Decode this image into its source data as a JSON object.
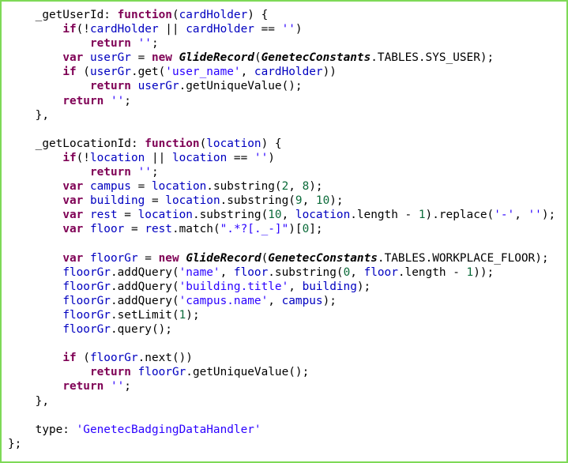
{
  "editor": {
    "lines": [
      [
        [
          "_getUserId: ",
          "plain"
        ],
        [
          "function",
          "kw"
        ],
        [
          "(",
          "plain"
        ],
        [
          "cardHolder",
          "var"
        ],
        [
          ") {",
          "plain"
        ]
      ],
      [
        [
          "        ",
          "plain"
        ],
        [
          "if",
          "kw"
        ],
        [
          "(!",
          "plain"
        ],
        [
          "cardHolder",
          "var"
        ],
        [
          " || ",
          "plain"
        ],
        [
          "cardHolder",
          "var"
        ],
        [
          " == ",
          "plain"
        ],
        [
          "''",
          "str"
        ],
        [
          ")",
          "plain"
        ]
      ],
      [
        [
          "            ",
          "plain"
        ],
        [
          "return",
          "kw"
        ],
        [
          " ",
          "plain"
        ],
        [
          "''",
          "str"
        ],
        [
          ";",
          "plain"
        ]
      ],
      [
        [
          "        ",
          "plain"
        ],
        [
          "var",
          "kw"
        ],
        [
          " ",
          "plain"
        ],
        [
          "userGr",
          "var"
        ],
        [
          " = ",
          "plain"
        ],
        [
          "new",
          "kw"
        ],
        [
          " ",
          "plain"
        ],
        [
          "GlideRecord",
          "cls"
        ],
        [
          "(",
          "plain"
        ],
        [
          "GenetecConstants",
          "cls2"
        ],
        [
          ".TABLES.SYS_USER);",
          "plain"
        ]
      ],
      [
        [
          "        ",
          "plain"
        ],
        [
          "if",
          "kw"
        ],
        [
          " (",
          "plain"
        ],
        [
          "userGr",
          "var"
        ],
        [
          ".get(",
          "plain"
        ],
        [
          "'user_name'",
          "str"
        ],
        [
          ", ",
          "plain"
        ],
        [
          "cardHolder",
          "var"
        ],
        [
          "))",
          "plain"
        ]
      ],
      [
        [
          "            ",
          "plain"
        ],
        [
          "return",
          "kw"
        ],
        [
          " ",
          "plain"
        ],
        [
          "userGr",
          "var"
        ],
        [
          ".getUniqueValue();",
          "plain"
        ]
      ],
      [
        [
          "        ",
          "plain"
        ],
        [
          "return",
          "kw"
        ],
        [
          " ",
          "plain"
        ],
        [
          "''",
          "str"
        ],
        [
          ";",
          "plain"
        ]
      ],
      [
        [
          "    },",
          "plain"
        ]
      ],
      [
        [
          "",
          "plain"
        ]
      ],
      [
        [
          "    _getLocationId: ",
          "plain"
        ],
        [
          "function",
          "kw"
        ],
        [
          "(",
          "plain"
        ],
        [
          "location",
          "var"
        ],
        [
          ") {",
          "plain"
        ]
      ],
      [
        [
          "        ",
          "plain"
        ],
        [
          "if",
          "kw"
        ],
        [
          "(!",
          "plain"
        ],
        [
          "location",
          "var"
        ],
        [
          " || ",
          "plain"
        ],
        [
          "location",
          "var"
        ],
        [
          " == ",
          "plain"
        ],
        [
          "''",
          "str"
        ],
        [
          ")",
          "plain"
        ]
      ],
      [
        [
          "            ",
          "plain"
        ],
        [
          "return",
          "kw"
        ],
        [
          " ",
          "plain"
        ],
        [
          "''",
          "str"
        ],
        [
          ";",
          "plain"
        ]
      ],
      [
        [
          "        ",
          "plain"
        ],
        [
          "var",
          "kw"
        ],
        [
          " ",
          "plain"
        ],
        [
          "campus",
          "var"
        ],
        [
          " = ",
          "plain"
        ],
        [
          "location",
          "var"
        ],
        [
          ".substring(",
          "plain"
        ],
        [
          "2",
          "num"
        ],
        [
          ", ",
          "plain"
        ],
        [
          "8",
          "num"
        ],
        [
          ");",
          "plain"
        ]
      ],
      [
        [
          "        ",
          "plain"
        ],
        [
          "var",
          "kw"
        ],
        [
          " ",
          "plain"
        ],
        [
          "building",
          "var"
        ],
        [
          " = ",
          "plain"
        ],
        [
          "location",
          "var"
        ],
        [
          ".substring(",
          "plain"
        ],
        [
          "9",
          "num"
        ],
        [
          ", ",
          "plain"
        ],
        [
          "10",
          "num"
        ],
        [
          ");",
          "plain"
        ]
      ],
      [
        [
          "        ",
          "plain"
        ],
        [
          "var",
          "kw"
        ],
        [
          " ",
          "plain"
        ],
        [
          "rest",
          "var"
        ],
        [
          " = ",
          "plain"
        ],
        [
          "location",
          "var"
        ],
        [
          ".substring(",
          "plain"
        ],
        [
          "10",
          "num"
        ],
        [
          ", ",
          "plain"
        ],
        [
          "location",
          "var"
        ],
        [
          ".length - ",
          "plain"
        ],
        [
          "1",
          "num"
        ],
        [
          ").replace(",
          "plain"
        ],
        [
          "'-'",
          "str"
        ],
        [
          ", ",
          "plain"
        ],
        [
          "''",
          "str"
        ],
        [
          ");",
          "plain"
        ]
      ],
      [
        [
          "        ",
          "plain"
        ],
        [
          "var",
          "kw"
        ],
        [
          " ",
          "plain"
        ],
        [
          "floor",
          "var"
        ],
        [
          " = ",
          "plain"
        ],
        [
          "rest",
          "var"
        ],
        [
          ".match(",
          "plain"
        ],
        [
          "\".*?[._-]\"",
          "str"
        ],
        [
          ")[",
          "plain"
        ],
        [
          "0",
          "num"
        ],
        [
          "];",
          "plain"
        ]
      ],
      [
        [
          "",
          "plain"
        ]
      ],
      [
        [
          "        ",
          "plain"
        ],
        [
          "var",
          "kw"
        ],
        [
          " ",
          "plain"
        ],
        [
          "floorGr",
          "var"
        ],
        [
          " = ",
          "plain"
        ],
        [
          "new",
          "kw"
        ],
        [
          " ",
          "plain"
        ],
        [
          "GlideRecord",
          "cls"
        ],
        [
          "(",
          "plain"
        ],
        [
          "GenetecConstants",
          "cls2"
        ],
        [
          ".TABLES.WORKPLACE_FLOOR);",
          "plain"
        ]
      ],
      [
        [
          "        ",
          "plain"
        ],
        [
          "floorGr",
          "var"
        ],
        [
          ".addQuery(",
          "plain"
        ],
        [
          "'name'",
          "str"
        ],
        [
          ", ",
          "plain"
        ],
        [
          "floor",
          "var"
        ],
        [
          ".substring(",
          "plain"
        ],
        [
          "0",
          "num"
        ],
        [
          ", ",
          "plain"
        ],
        [
          "floor",
          "var"
        ],
        [
          ".length - ",
          "plain"
        ],
        [
          "1",
          "num"
        ],
        [
          "));",
          "plain"
        ]
      ],
      [
        [
          "        ",
          "plain"
        ],
        [
          "floorGr",
          "var"
        ],
        [
          ".addQuery(",
          "plain"
        ],
        [
          "'building.title'",
          "str"
        ],
        [
          ", ",
          "plain"
        ],
        [
          "building",
          "var"
        ],
        [
          ");",
          "plain"
        ]
      ],
      [
        [
          "        ",
          "plain"
        ],
        [
          "floorGr",
          "var"
        ],
        [
          ".addQuery(",
          "plain"
        ],
        [
          "'campus.name'",
          "str"
        ],
        [
          ", ",
          "plain"
        ],
        [
          "campus",
          "var"
        ],
        [
          ");",
          "plain"
        ]
      ],
      [
        [
          "        ",
          "plain"
        ],
        [
          "floorGr",
          "var"
        ],
        [
          ".setLimit(",
          "plain"
        ],
        [
          "1",
          "num"
        ],
        [
          ");",
          "plain"
        ]
      ],
      [
        [
          "        ",
          "plain"
        ],
        [
          "floorGr",
          "var"
        ],
        [
          ".query();",
          "plain"
        ]
      ],
      [
        [
          "",
          "plain"
        ]
      ],
      [
        [
          "        ",
          "plain"
        ],
        [
          "if",
          "kw"
        ],
        [
          " (",
          "plain"
        ],
        [
          "floorGr",
          "var"
        ],
        [
          ".next())",
          "plain"
        ]
      ],
      [
        [
          "            ",
          "plain"
        ],
        [
          "return",
          "kw"
        ],
        [
          " ",
          "plain"
        ],
        [
          "floorGr",
          "var"
        ],
        [
          ".getUniqueValue();",
          "plain"
        ]
      ],
      [
        [
          "        ",
          "plain"
        ],
        [
          "return",
          "kw"
        ],
        [
          " ",
          "plain"
        ],
        [
          "''",
          "str"
        ],
        [
          ";",
          "plain"
        ]
      ],
      [
        [
          "    },",
          "plain"
        ]
      ],
      [
        [
          "",
          "plain"
        ]
      ],
      [
        [
          "    type: ",
          "plain"
        ],
        [
          "'GenetecBadgingDataHandler'",
          "str"
        ]
      ],
      [
        [
          "};",
          "plain"
        ]
      ]
    ],
    "first_line_indent": "    ",
    "colors": {
      "border": "#7ed957",
      "keyword": "#7f0055",
      "string": "#2a00ff",
      "variable": "#0000c0",
      "number": "#0b6b3a"
    }
  }
}
